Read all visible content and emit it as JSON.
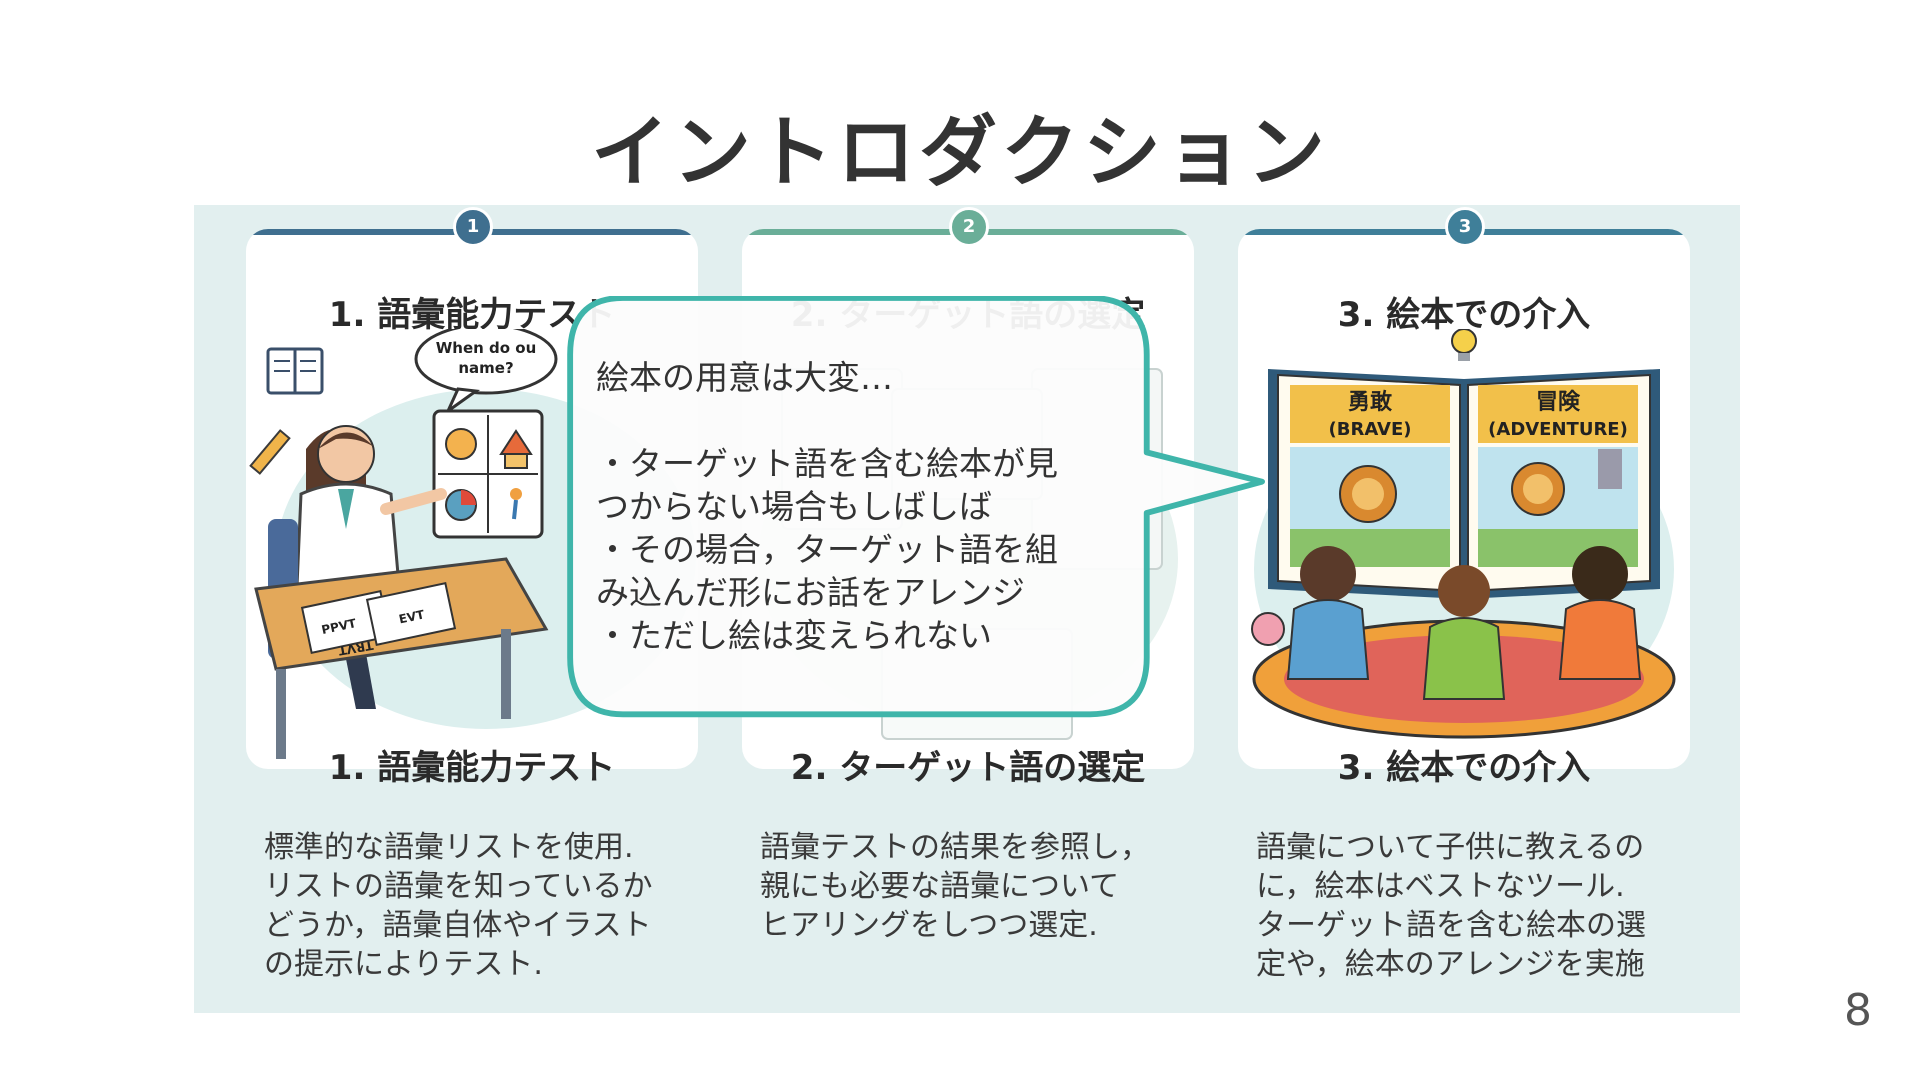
{
  "slide": {
    "title": "イントロダクション",
    "page_number": "8"
  },
  "steps": [
    {
      "number": "1",
      "title": "1. 語彙能力テスト",
      "caption": "1. 語彙能力テスト",
      "description": [
        "標準的な語彙リストを使用.",
        "リストの語彙を知っているか",
        "どうか，語彙自体やイラスト",
        "の提示によりテスト."
      ],
      "illustration": {
        "speech_bubble": [
          "When do ou",
          "name?"
        ],
        "paper_labels": [
          "PPVT",
          "EVT",
          "TRVT"
        ]
      }
    },
    {
      "number": "2",
      "title": "2. ターゲット語の選定",
      "caption": "2. ターゲット語の選定",
      "description": [
        "語彙テストの結果を参照し，",
        "親にも必要な語彙について",
        "ヒアリングをしつつ選定."
      ]
    },
    {
      "number": "3",
      "title": "3. 絵本での介入",
      "caption": "3. 絵本での介入",
      "description": [
        "語彙について子供に教えるの",
        "に，絵本はベストなツール.",
        "ターゲット語を含む絵本の選",
        "定や，絵本のアレンジを実施"
      ],
      "illustration": {
        "left_page": [
          "勇敢",
          "(BRAVE)"
        ],
        "right_page": [
          "冒険",
          "(ADVENTURE)"
        ]
      }
    }
  ],
  "callout": {
    "lines": [
      "絵本の用意は大変…",
      "",
      "・ターゲット語を含む絵本が見",
      "つからない場合もしばしば",
      "・その場合，ターゲット語を組",
      "み込んだ形にお話をアレンジ",
      "・ただし絵は変えられない"
    ]
  },
  "colors": {
    "panel_bg": "#e2efef",
    "step1": "#3f6f8f",
    "step2": "#6aae98",
    "step3": "#3f7f99",
    "callout_border": "#3fb5aa",
    "arrow": "#4a8aaa"
  }
}
